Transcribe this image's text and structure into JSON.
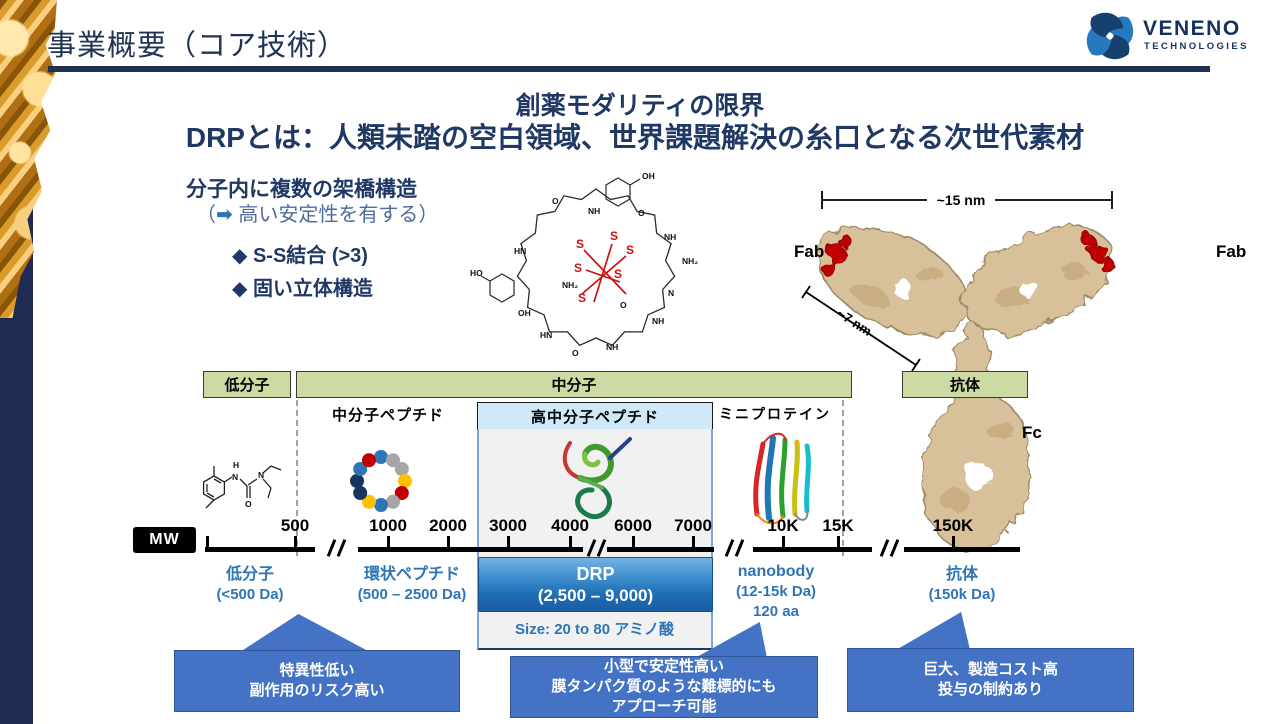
{
  "header": {
    "title": "事業概要（コア技術）"
  },
  "logo": {
    "name": "VENENO",
    "subname": "TECHNOLOGIES"
  },
  "headline": {
    "line1": "創薬モダリティの限界",
    "line2": "DRPとは：人類未踏の空白領域、世界課題解決の糸口となる次世代素材"
  },
  "features": {
    "title": "分子内に複数の架橋構造",
    "subtitle_open": "（",
    "subtitle_arrow": "➡",
    "subtitle_text": " 高い安定性を有する）",
    "bullet1": "◆ S-S結合 (>3)",
    "bullet2": "◆ 固い立体構造"
  },
  "antibody_figure": {
    "fab_left": "Fab",
    "fab_right": "Fab",
    "fc": "Fc",
    "width_label": "~15 nm",
    "arm_label": "~7 nm"
  },
  "bands": {
    "small": "低分子",
    "mid": "中分子",
    "antibody": "抗体"
  },
  "subbands": {
    "mid_peptide": "中分子ペプチド",
    "high_mid_peptide": "高中分子ペプチド",
    "miniprotein": "ミニプロテイン"
  },
  "axis": {
    "label": "MW",
    "ticks": [
      "500",
      "1000",
      "2000",
      "3000",
      "4000",
      "6000",
      "7000",
      "10K",
      "15K",
      "150K"
    ]
  },
  "categories": {
    "small": {
      "name": "低分子",
      "range": "(<500 Da)"
    },
    "cyclic": {
      "name": "環状ペプチド",
      "range": "(500 – 2500 Da)"
    },
    "drp": {
      "name": "DRP",
      "range": "(2,500 – 9,000)",
      "size": "Size: 20 to 80 アミノ酸"
    },
    "nanobody": {
      "name": "nanobody",
      "range": "(12-15k Da)",
      "extra": "120 aa"
    },
    "antibody": {
      "name": "抗体",
      "range": "(150k Da)"
    }
  },
  "callouts": {
    "small": {
      "line1": "特異性低い",
      "line2": "副作用のリスク高い"
    },
    "drp": {
      "line1": "小型で安定性高い",
      "line2": "膜タンパク質のような難標的にも",
      "line3": "アプローチ可能"
    },
    "antibody": {
      "line1": "巨大、製造コスト高",
      "line2": "投与の制約あり"
    }
  },
  "colors": {
    "navy": "#1f3864",
    "blue_label": "#2e75b6",
    "band_green": "#ccdaa3",
    "highlight_blue": "#cfe9f8",
    "callout_blue": "#4472c4",
    "sulfur_red": "#cc1111",
    "antibody_tan": "#d8c19a",
    "axis_black": "#000000"
  }
}
